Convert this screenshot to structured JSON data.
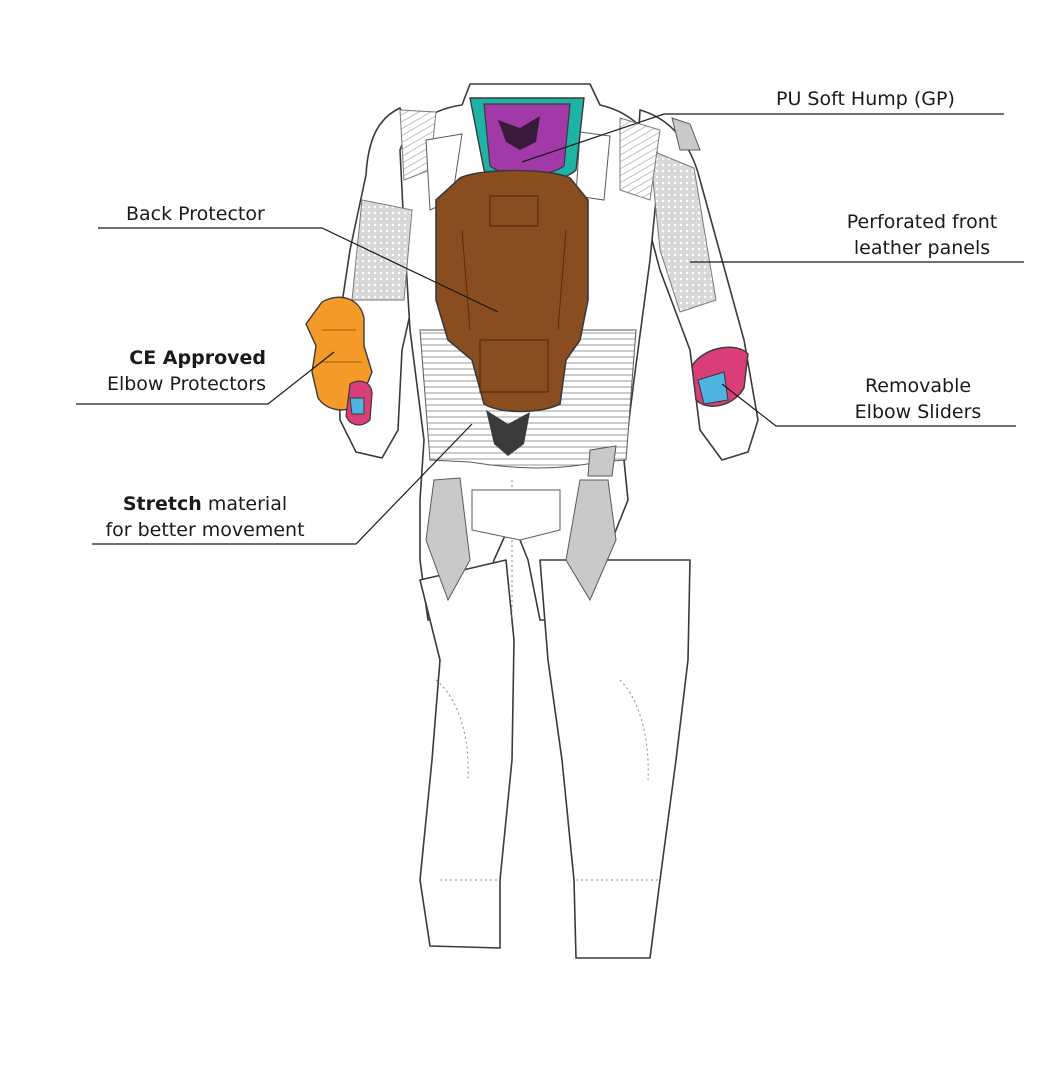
{
  "labels": {
    "pu_hump": "PU Soft Hump (GP)",
    "back_protector": "Back Protector",
    "perforated_line1": "Perforated front",
    "perforated_line2": "leather panels",
    "ce_bold": "CE Approved",
    "ce_line2": "Elbow Protectors",
    "sliders_line1": "Removable",
    "sliders_line2": "Elbow Sliders",
    "stretch_bold": "Stretch",
    "stretch_rest": " material",
    "stretch_line2": "for better movement"
  },
  "colors": {
    "outline": "#3a3a3a",
    "hump_purple": "#a13aa8",
    "hump_teal": "#1fb3a6",
    "back_protector": "#8a4d1f",
    "elbow_orange": "#f49a28",
    "slider_pink": "#d93d7a",
    "slider_blue": "#4fb4e0",
    "panel_grey": "#c9c9c9",
    "suit_white": "#ffffff"
  }
}
